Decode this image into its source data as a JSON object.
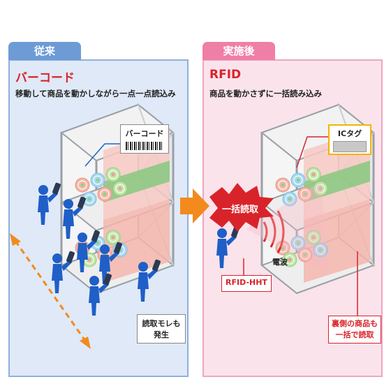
{
  "left": {
    "tab_label": "従来",
    "title": "バーコード",
    "subtitle": "移動して商品を動かしながら一点一点読込み",
    "barcode_label": "バーコード",
    "missed_label_line1": "読取モレも",
    "missed_label_line2": "発生"
  },
  "right": {
    "tab_label": "実施後",
    "title": "RFID",
    "subtitle": "商品を動かさずに一括読み込み",
    "ic_tag_label": "ICタグ",
    "bulk_read_label": "一括読取",
    "radio_wave_label": "電波",
    "reader_label": "RFID-HHT",
    "back_items_line1": "裏側の商品も",
    "back_items_line2": "一括で読取"
  },
  "colors": {
    "left_panel": "#dfe9f7",
    "right_panel": "#fbe3ec",
    "left_accent": "#6d9bd6",
    "right_accent": "#ef7fa7",
    "title_red": "#d9232a",
    "arrow_orange": "#f28a1e",
    "person_blue": "#1f5fc7",
    "tag_yellow": "#f5b400"
  }
}
